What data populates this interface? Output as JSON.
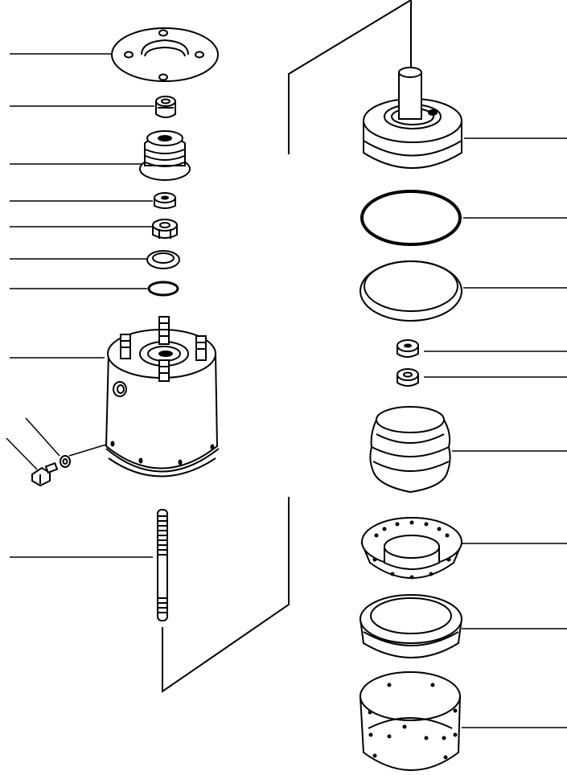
{
  "diagram": {
    "kind": "exploded-parts-view",
    "parts_left": [
      "gasket-plate",
      "small-nut",
      "bellows-cap",
      "washer-nut",
      "hex-nut",
      "seal-ring",
      "o-ring",
      "housing",
      "bolt",
      "lock-washer",
      "threaded-stud"
    ],
    "parts_right": [
      "piston-with-rod",
      "o-ring-large",
      "backup-ring",
      "hex-nut",
      "washer-nut",
      "bellows-boot",
      "perforated-retainer",
      "ring-seat",
      "perforated-sleeve"
    ],
    "leader_count": 20
  }
}
